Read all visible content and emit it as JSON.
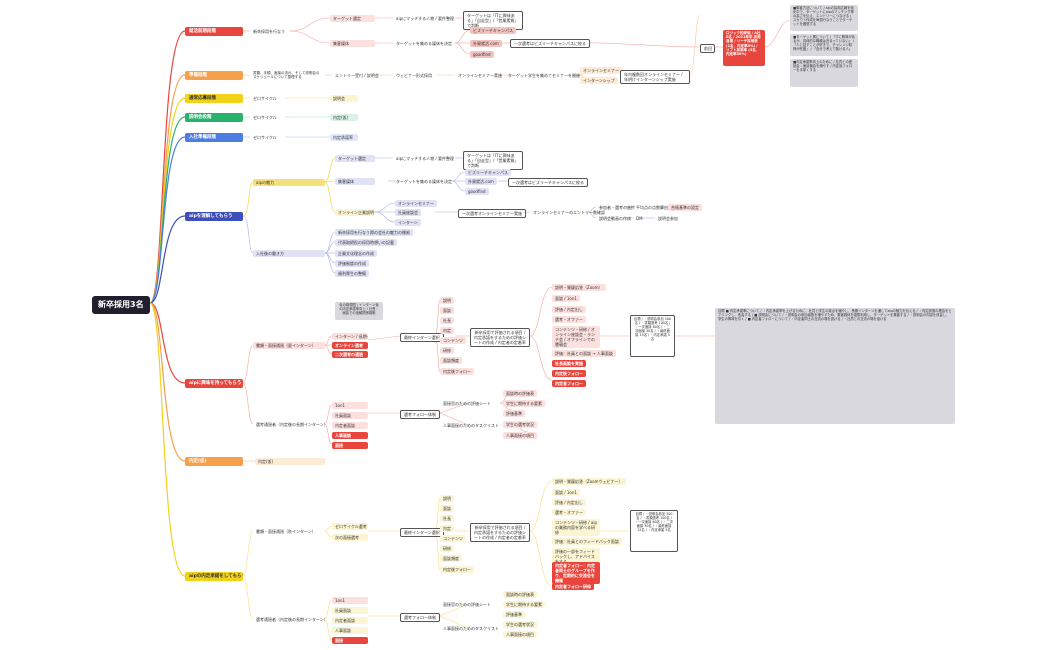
{
  "root": "新卒採用3名",
  "branches": [
    {
      "key": "b_red",
      "label": "就活前期段階"
    },
    {
      "key": "b_orange",
      "label": "準備段階"
    },
    {
      "key": "b_yellow",
      "label": "通常応募段階"
    },
    {
      "key": "b_green",
      "label": "説明会段階"
    },
    {
      "key": "b_blue",
      "label": "入社準備段階"
    },
    {
      "key": "b_indigo",
      "label": "aipを理解してもらう"
    },
    {
      "key": "b_red2",
      "label": "aipに興味を持ってもらう"
    },
    {
      "key": "b_orange2",
      "label": "内定(仮)"
    },
    {
      "key": "b_yellow2",
      "label": "aipの内定承諾をしてもらう"
    }
  ],
  "sec1": {
    "n1": "新卒採用を行なう",
    "n2": "ターゲット選定",
    "n3": "aipにマッチする人物 / 要件整理",
    "n4": "ターゲットは「ITに興味ある」「自走型」/「営業素質」で判断",
    "n5": "集客媒体",
    "n6": "ターゲットを集める媒体を決定",
    "n7": "ビズリーチキャンパス",
    "n8": "外資就活.com",
    "n9": "goodfind",
    "n10": "一次選考はビズリーチキャンパスに絞る",
    "sum": "前回",
    "red1": "ロジック的評価 / A社 0名 / 2021年卒 採用目標 / リーチ採用数 (1名、内定率5%)  / リフト採用率 (3名、内定率50%)",
    "gray1": "■集客方法について / aipの採用広報を強化中で、ターゲットにaipのマッチング率の高さを伝え、エントリーにつなげる / スカウト作成を毎週行なうことでターゲットを厳選する",
    "gray2": "■ターゲット層について / 「ITに興味があるが、具体的な職種は決まっていない」 / 「人と話すことが好きで、チャレンジ精神が旺盛」 / 「自分で考えて動ける人」",
    "gray3": "■内定承諾率向上のために / 社員との座談会・面談機会を増やす / 内定後フォローを手厚くする"
  },
  "sec2": {
    "n1": "書類、手順、面接の流れ、そして説明会のスケジュールについて整理する",
    "n2": "エントリー受付 / 説明会",
    "n3": "ウェビナー形式採用",
    "n4": "オンラインセミナー実施",
    "n5": "ターゲット学生を集めてセミナーを開催",
    "n6": "オンラインセミナー",
    "n7": "インターンシップ",
    "n8": "年内複数回オンラインセミナー / 年明けインターンシップ実施"
  },
  "sec3": {
    "n1": "ゼロサイクル",
    "n2": "説明会",
    "n3": "ゼロサイクル",
    "n4": "内定(仮)",
    "n5": "ゼロサイクル",
    "n6": "内定承諾率"
  },
  "sec6": {
    "n1": "aipの魅力",
    "n2": "ターゲット選定",
    "n3": "aipにマッチする人物 / 要件整理",
    "n4": "ターゲットは「ITに興味ある」「自走型」/「営業素質」で判断",
    "n5": "集客媒体",
    "n6": "ターゲットを集める媒体を決定",
    "n7": "ビズリーチキャンパス",
    "n8": "外資就活.com",
    "n9": "goodfind",
    "n10": "一次選考はビズリーチキャンパスに絞る",
    "n11": "オンライン企業説明",
    "n12": "オンラインセミナー",
    "n13": "社員座談会",
    "n14": "インターン",
    "n15": "一次選考オンラインセミナー実施",
    "n16": "オンラインセミナーのエントリー数確認",
    "n17": "参加者・選考の進捗",
    "n18": "平均点の点数算出",
    "n19": "合格基準の設定",
    "n20": "説明会動画の作成",
    "n21": "DM",
    "n22": "説明会参加",
    "n23": "入社後の働き方",
    "l1": "新卒採用を行なう際の会社の魅力の棚卸",
    "l2": "代表取締役の採用時想いの記載",
    "l3": "企業文化理念の作成",
    "l4": "評価制度の作成",
    "l5": "福利厚生の整備"
  },
  "sec7": {
    "note": "仮の構想図 / インターン後の内定承諾率向上 / 社長・面談での信頼関係構築",
    "n1": "書類・面接通過（夏インターン）",
    "n2": "インターン / 長期インターン",
    "n3": "オンライン選考",
    "n4": "二次選考の通過",
    "n5": "最終インターン選択",
    "n6": "選考通過者（内定後の長期インターン）",
    "n7": "社員面談",
    "n8": "内定者面談",
    "n9": "人事面談",
    "n10": "1on1",
    "n11": "面接",
    "n12": "選考フォロー体制",
    "n13": "面接官のための評価シート",
    "n14": "人事面接のためのタスクリスト",
    "a1": "説明",
    "a2": "面談",
    "a3": "社長",
    "a4": "内定",
    "a5": "コンテンツ",
    "a6": "研修",
    "a7": "面談頻度",
    "a8": "内定後フォロー",
    "c1": "面談時の評価表",
    "c2": "学生に期待する要素",
    "c3": "評価基準",
    "c4": "学生の選考状況",
    "c5": "人事面接の項目",
    "d1": "新卒採用で評価される項目 / 内定承諾をするための評価シートの作成 / 内定者の定着率",
    "r1": "説明・質疑応答（Zoom）",
    "r2": "面談 / 1on1",
    "r3": "評価 / 内定出し",
    "r4": "選考・オファー",
    "r5": "コンテンツ・研修 / オンライン座談会・ランチ会 / オフラインでの懇親会",
    "r6": "評価：社員との面談 → 人事面談",
    "r7": "社長面談を実施",
    "r8": "内定後フォロー",
    "r9": "内定者フォロー",
    "p1": "目標 / ・説明会参加 300名 / ・書類選考 100名 / ・一次面接 60名 / ・二次面接 30名 / ・最終面接 15名 / ・内定承諾 5名",
    "p2": "目標 ■ 内定承諾率について / ・内定承諾率を上げるために、社員と学生の接点を増やし、長期インターンを通してaipの魅力を伝える / ・内定辞退の理由をヒアリングし、改善する / ■ 説明会について / ・説明会の参加者数を増やすため、集客媒体を複数利用し、ターゲットを集客する / ・説明会の内容を改善し、学生の興味を引く / ■ 内定者フォローについて / ・内定者同士の交流の場を設ける / ・社員との交流の場を設ける"
  },
  "sec8": {
    "n1": "内定(仮)"
  },
  "sec9": {
    "n1": "書類・面接通過（秋インターン）",
    "n2": "ゼロサイクル選考",
    "n3": "次の面接選考",
    "n4": "選考フォロー体制",
    "n5": "最終インターン選択",
    "n6": "選考通過者（内定後の長期インターン）",
    "n7": "社員面談",
    "n8": "内定者面談",
    "n9": "人事面談",
    "n10": "1on1",
    "n11": "面接",
    "n12": "選考フォロー体制",
    "n13": "面接官のための評価シート",
    "n14": "人事面接のためのタスクリスト",
    "a1": "説明",
    "a2": "面談",
    "a3": "社長",
    "a4": "内定",
    "a5": "コンテンツ",
    "a6": "研修",
    "a7": "面談頻度",
    "a8": "内定後フォロー",
    "c1": "面談時の評価表",
    "c2": "学生に期待する要素",
    "c3": "評価基準",
    "c4": "学生の選考状況",
    "c5": "人事面接の項目",
    "d1": "新卒採用で評価される項目 / 内定承諾をするための評価シートの作成 / 内定者の定着率",
    "r1": "説明・質疑応答（Zoomウェビナー）",
    "r2": "面談 / 1on1",
    "r3": "評価 / 内定出し",
    "r4": "選考・オファー",
    "r5": "コンテンツ・研修 / aipの業務内容を学べる研修",
    "r6": "評価：社員とのフィードバック面談",
    "r7": "評価の一部をフィードバックし、アドバイスをする",
    "r8": "内定者フォロー：内定者同士のグループを作り、定期的に交流会を開催",
    "r9": "内定者フォロー研修",
    "p1": "目標 / ・説明会参加 300名 / ・書類選考 100名 / ・一次面接 60名 / ・二次面接 30名 / ・最終面接 15名 / ・内定承諾 5名"
  },
  "colors": {
    "red": "#e8453c",
    "orange": "#f5a04a",
    "yellow": "#f1d21b",
    "green": "#29b26b",
    "blue": "#4d7de3",
    "indigo": "#3f4fb8",
    "root": "#1f1f2e"
  }
}
